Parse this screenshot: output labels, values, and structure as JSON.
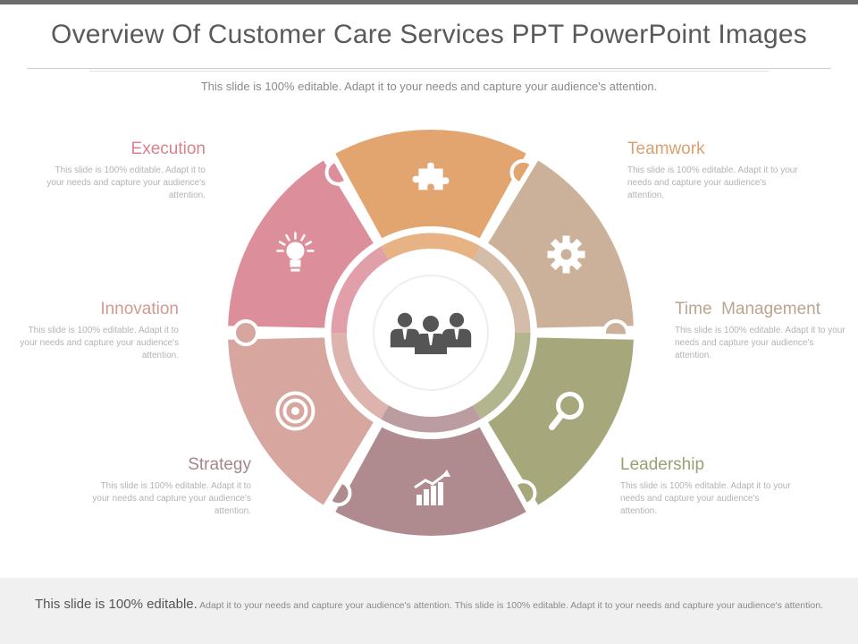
{
  "slide": {
    "title": "Overview Of Customer Care Services PPT PowerPoint Images",
    "subtitle": "This slide is 100% editable. Adapt it to your needs and capture your audience's attention."
  },
  "segments": [
    {
      "key": "execution",
      "title": "Execution",
      "text": "This slide is 100% editable. Adapt it to your needs and capture your audience's attention.",
      "color": "#dc8f9a",
      "icon": "lightbulb-icon"
    },
    {
      "key": "teamwork",
      "title": "Teamwork",
      "text": "This slide is 100% editable. Adapt it to your needs and capture your audience's attention.",
      "color": "#e3a56f",
      "icon": "puzzle-icon"
    },
    {
      "key": "time_management",
      "title": "Time  Management",
      "text": "This slide is 100% editable. Adapt it to your needs and capture your audience's attention.",
      "color": "#cbb199",
      "icon": "gear-icon"
    },
    {
      "key": "leadership",
      "title": "Leadership",
      "text": "This slide is 100% editable. Adapt it to your needs and capture your audience's attention.",
      "color": "#a6a87b",
      "icon": "magnifier-icon"
    },
    {
      "key": "strategy",
      "title": "Strategy",
      "text": "This slide is 100% editable. Adapt it to your needs and capture your audience's attention.",
      "color": "#af8b90",
      "icon": "bar-chart-icon"
    },
    {
      "key": "innovation",
      "title": "Innovation",
      "text": "This slide is 100% editable. Adapt it to your needs and capture your audience's attention.",
      "color": "#d7a69f",
      "icon": "target-icon"
    }
  ],
  "center": {
    "icon": "team-people-icon",
    "color": "#555555"
  },
  "footer": {
    "lead": "This slide is 100% editable.",
    "text": " Adapt it to your needs and capture your audience's attention. This slide is 100% editable. Adapt it to your needs and capture your audience's attention."
  }
}
